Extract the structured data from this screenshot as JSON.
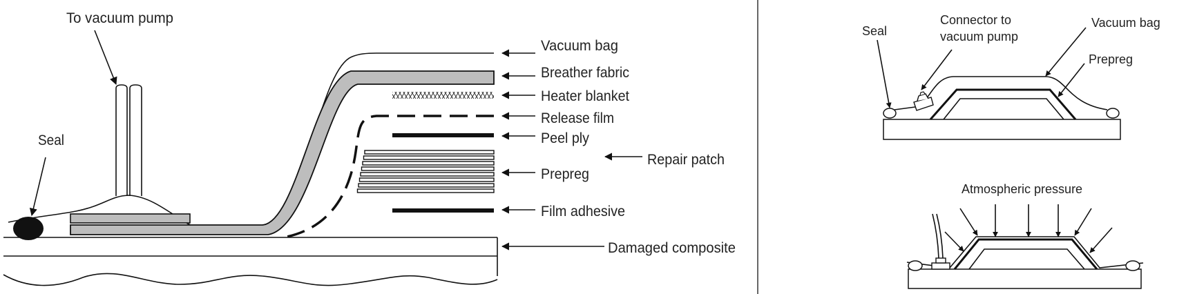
{
  "left_diagram": {
    "labels": {
      "to_vacuum_pump": "To vacuum pump",
      "seal": "Seal",
      "vacuum_bag": "Vacuum bag",
      "breather_fabric": "Breather fabric",
      "heater_blanket": "Heater blanket",
      "release_film": "Release film",
      "peel_ply": "Peel ply",
      "prepreg": "Prepreg",
      "repair_patch": "Repair patch",
      "film_adhesive": "Film adhesive",
      "damaged_composite": "Damaged composite"
    }
  },
  "right_diagram": {
    "top": {
      "seal": "Seal",
      "connector_line1": "Connector to",
      "connector_line2": "vacuum pump",
      "vacuum_bag": "Vacuum bag",
      "prepreg": "Prepreg"
    },
    "bottom": {
      "atmospheric_pressure": "Atmospheric pressure"
    }
  },
  "colors": {
    "line": "#111111",
    "breather_fill": "#bdbdbd",
    "divider": "#333333"
  }
}
